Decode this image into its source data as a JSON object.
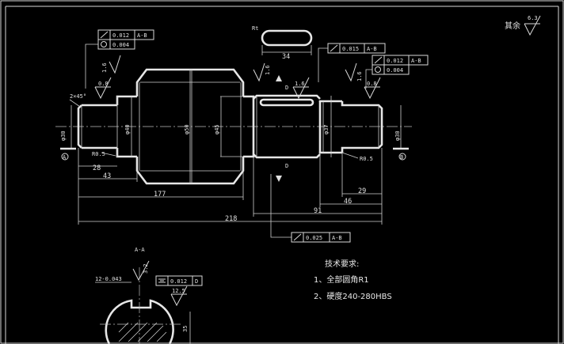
{
  "roughness_other": {
    "label": "其余",
    "value": "6.3"
  },
  "tol": {
    "left_runout": "0.012",
    "left_runout_ref": "A-B",
    "left_cyl": "0.004",
    "mid_runout": "0.015",
    "mid_runout_ref": "A-B",
    "right_runout": "0.012",
    "right_runout_ref": "A-B",
    "right_cyl": "0.004",
    "bottom_runout": "0.025",
    "bottom_runout_ref": "A-B",
    "key_sym": "0.012",
    "key_sym_ref": "D"
  },
  "dims": {
    "key_len": "34",
    "chamfer": "2×45°",
    "rough_left_a": "1.6",
    "rough_left_b": "0.8",
    "rough_mid_a": "1.6",
    "rough_mid_b": "1.6",
    "rough_right_a": "1.6",
    "rough_right_b": "0.8",
    "len_28": "28",
    "len_43": "43",
    "len_177": "177",
    "len_218": "218",
    "len_91": "91",
    "len_46": "46",
    "len_29": "29",
    "dia_left": "φ30",
    "dia_d2": "φ40",
    "dia_body": "φ50",
    "dia_d4": "φ45",
    "dia_d5": "φ37",
    "dia_right": "φ30",
    "r_left": "R0.5",
    "r_right": "R0.5",
    "datum_a": "A",
    "datum_b": "B",
    "datum_d": "D",
    "section_label": "A-A",
    "key_depth": "12-0.043",
    "rough_sec_a": "3.2",
    "rough_sec_b": "12.5",
    "sec_dim": "35"
  },
  "notes": {
    "title": "技术要求:",
    "item1": "1、全部圆角R1",
    "item2": "2、硬度240-280HBS"
  }
}
